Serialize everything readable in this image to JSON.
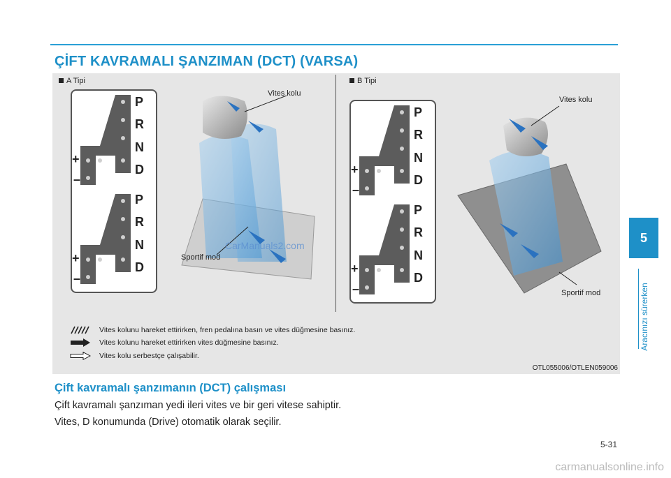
{
  "header": {
    "title": "ÇİFT KAVRAMALI ŞANZIMAN (DCT) (VARSA)"
  },
  "figure": {
    "panel_a": {
      "tag": "A Tipi",
      "lever_label": "Vites kolu",
      "sport_label": "Sportif mod"
    },
    "panel_b": {
      "tag": "B Tipi",
      "lever_label": "Vites kolu",
      "sport_label": "Sportif mod"
    },
    "gate_letters": [
      "P",
      "R",
      "N",
      "D"
    ],
    "plus_sign": "+",
    "minus_sign": "–",
    "legend": [
      {
        "icon": "hatched-arrow-icon",
        "text": "Vites kolunu hareket ettirirken, fren pedalına basın ve vites düğmesine basınız."
      },
      {
        "icon": "solid-arrow-icon",
        "text": "Vites kolunu hareket ettirirken vites düğmesine basınız."
      },
      {
        "icon": "outline-arrow-icon",
        "text": "Vites kolu serbestçe çalışabilir."
      }
    ],
    "code": "OTL055006/OTLEN059006",
    "watermark": "CarManuals2.com",
    "colors": {
      "accent": "#1e90c8",
      "glass": "#5fa8dc",
      "background": "#e6e6e6"
    }
  },
  "section": {
    "heading": "Çift kavramalı şanzımanın (DCT) çalışması",
    "paragraphs": [
      "Çift kavramalı şanzıman yedi ileri vites ve bir geri vitese sahiptir.",
      "Vites, D konumunda (Drive) otomatik olarak seçilir."
    ]
  },
  "sidebar": {
    "chapter": "5",
    "label": "Aracınızı sürerken"
  },
  "page_number": "5-31",
  "footer": "carmanualsonline.info"
}
